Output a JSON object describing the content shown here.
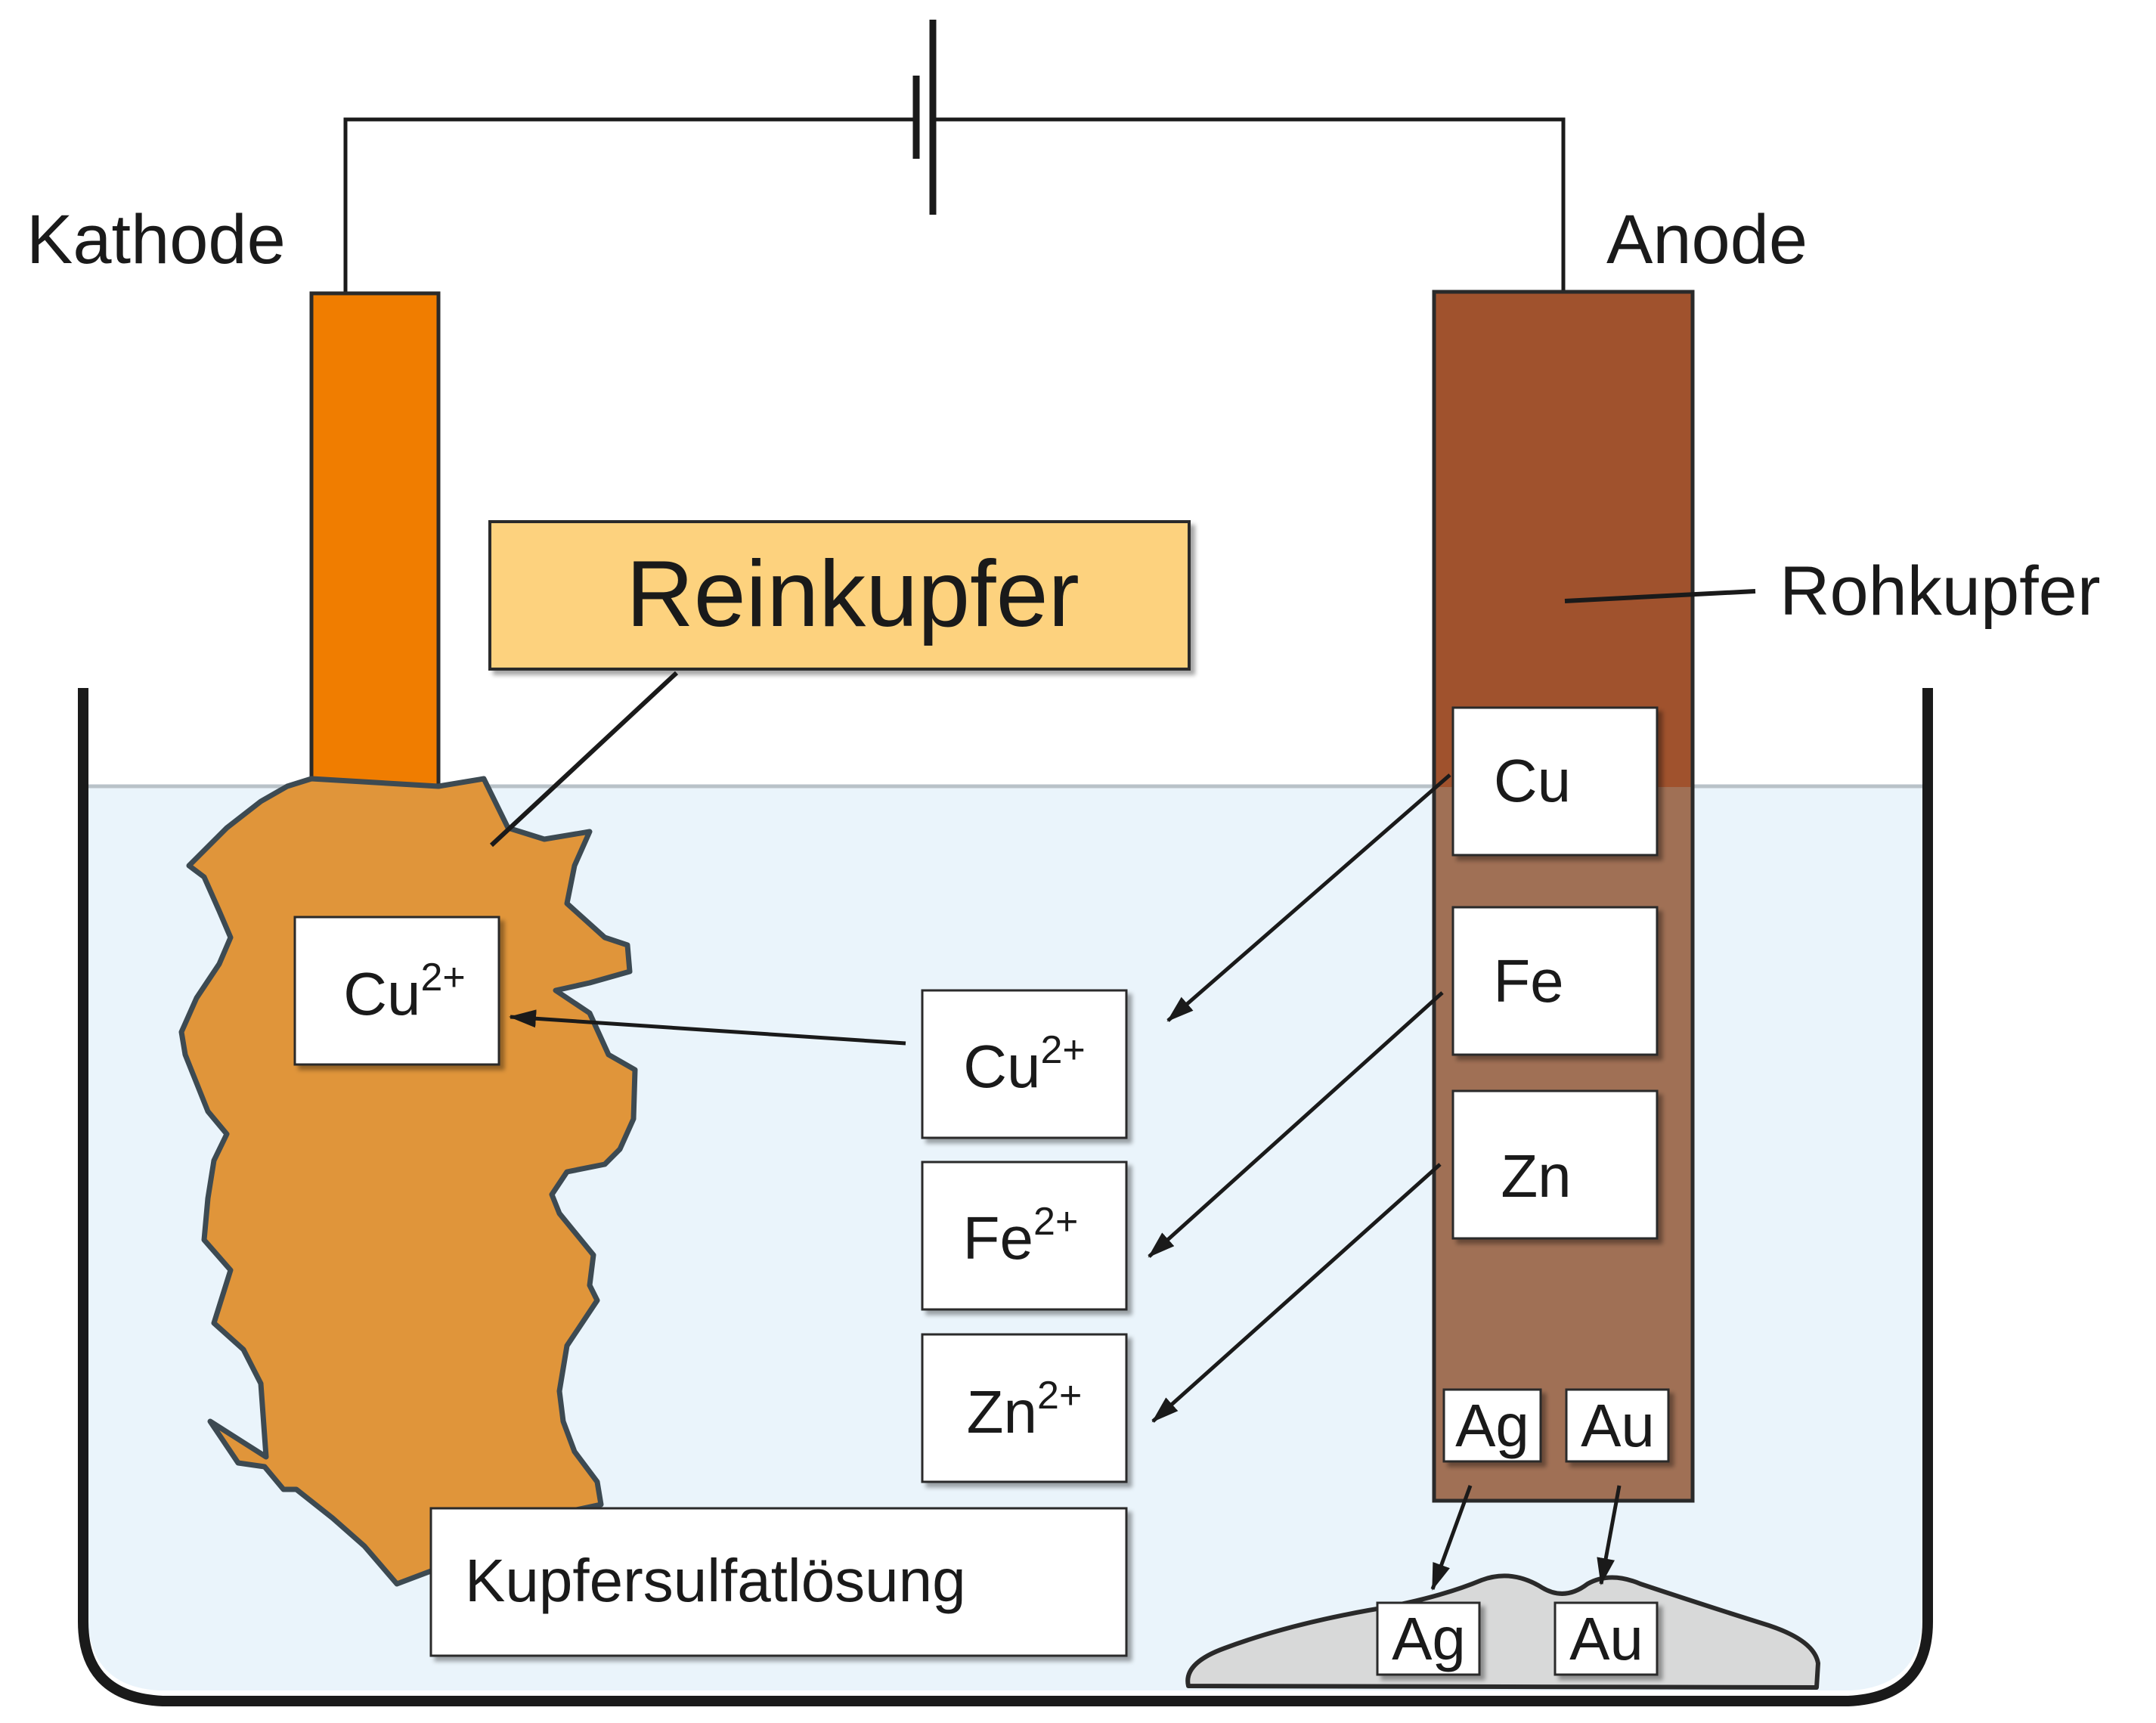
{
  "labels": {
    "cathode": "Kathode",
    "anode": "Anode",
    "pure_copper": "Reinkupfer",
    "raw_copper": "Rohkupfer",
    "solution": "Kupfersulfatlösung"
  },
  "anode_metals": {
    "cu": "Cu",
    "fe": "Fe",
    "zn": "Zn",
    "ag": "Ag",
    "au": "Au"
  },
  "ions": {
    "cu_base": "Cu",
    "fe_base": "Fe",
    "zn_base": "Zn",
    "charge": "2+"
  },
  "cathode_ion": {
    "base": "Cu",
    "charge": "2+"
  },
  "sludge": {
    "ag": "Ag",
    "au": "Au"
  },
  "colors": {
    "cathode_rod": "#f07d00",
    "cathode_deposit": "#e0953a",
    "deposit_outline": "#3d4a52",
    "anode_rod": "#a0522d",
    "anode_submerged": "#a07055",
    "label_box": "#fdd27e",
    "solution": "#eaf4fb",
    "sludge": "#d8d9d9"
  }
}
